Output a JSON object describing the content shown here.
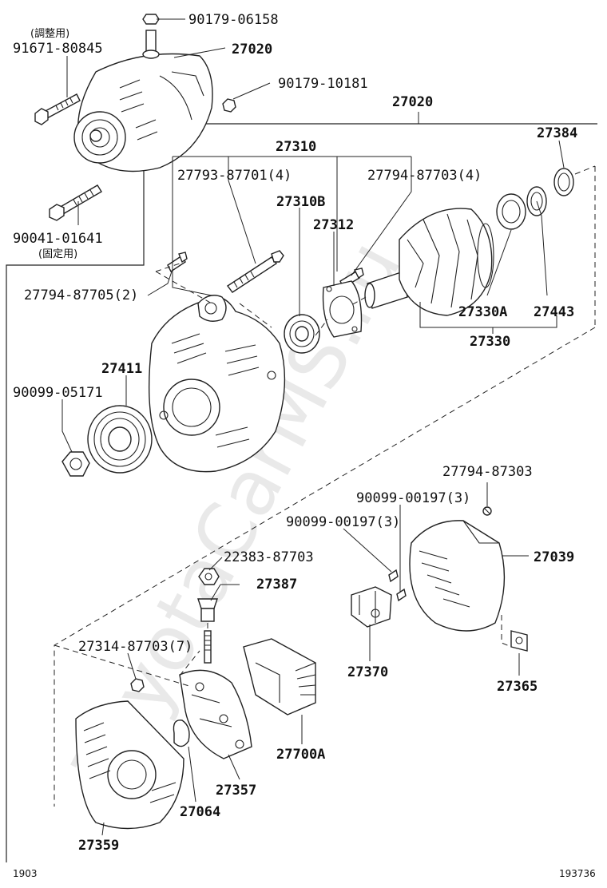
{
  "watermark": "ToyotaCarMS.ru",
  "footer": {
    "left": "1903",
    "right": "193736"
  },
  "notes": {
    "adjust": "(調整用)",
    "fixed": "(固定用)"
  },
  "parts": {
    "p90179_06158": "90179-06158",
    "p91671_80845": "91671-80845",
    "p27020_top": "27020",
    "p90179_10181": "90179-10181",
    "p27020_main": "27020",
    "p27384": "27384",
    "p27310": "27310",
    "p27793_87701": "27793-87701(4)",
    "p27794_87703": "27794-87703(4)",
    "p27310b": "27310B",
    "p27312": "27312",
    "p90041_01641": "90041-01641",
    "p27794_87705": "27794-87705(2)",
    "p27330a": "27330A",
    "p27443": "27443",
    "p27330": "27330",
    "p27411": "27411",
    "p90099_05171": "90099-05171",
    "p27794_87303": "27794-87303",
    "p90099_00197_a": "90099-00197(3)",
    "p90099_00197_b": "90099-00197(3)",
    "p22383_87703": "22383-87703",
    "p27039": "27039",
    "p27387": "27387",
    "p27314_87703": "27314-87703(7)",
    "p27370": "27370",
    "p27365": "27365",
    "p27700a": "27700A",
    "p27357": "27357",
    "p27064": "27064",
    "p27359": "27359"
  }
}
